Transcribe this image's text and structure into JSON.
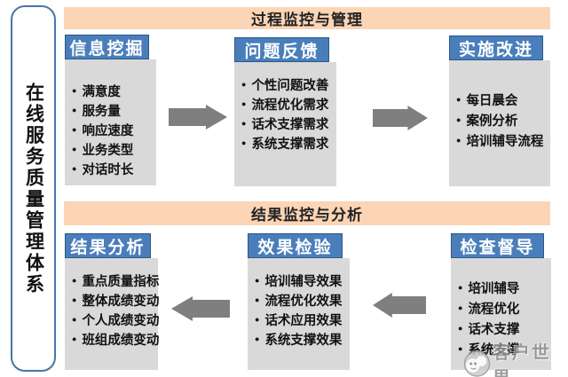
{
  "glyphs": {
    "bullet": "●"
  },
  "colors": {
    "band_bg": "#fbd5b5",
    "panel_header_bg": "#4a7ebb",
    "panel_header_border": "#2c5788",
    "panel_body_bg": "#d9d9d9",
    "arrow": "#7f7f7f",
    "sidebar_border": "#4a74a8",
    "watermark_gray": "#8f8f8f"
  },
  "sidebar": {
    "label": "在线服务质量管理体系"
  },
  "process_section": {
    "title": "过程监控与管理",
    "panels": [
      {
        "title": "信息挖掘",
        "bullets": [
          "满意度",
          "服务量",
          "响应速度",
          "业务类型",
          "对话时长"
        ]
      },
      {
        "title": "问题反馈",
        "bullets": [
          "个性问题改善",
          "流程优化需求",
          "话术支撑需求",
          "系统支撑需求"
        ]
      },
      {
        "title": "实施改进",
        "bullets": [
          "每日晨会",
          "案例分析",
          "培训辅导流程"
        ]
      }
    ]
  },
  "result_section": {
    "title": "结果监控与分析",
    "panels": [
      {
        "title": "结果分析",
        "bullets": [
          "重点质量指标",
          "整体成绩变动",
          "个人成绩变动",
          "班组成绩变动"
        ]
      },
      {
        "title": "效果检验",
        "bullets": [
          "培训辅导效果",
          "流程优化效果",
          "话术应用效果",
          "系统支撑效果"
        ]
      },
      {
        "title": "检查督导",
        "bullets": [
          "培训辅导",
          "流程优化",
          "话术支撑",
          "系统支撑"
        ]
      }
    ]
  },
  "watermark": {
    "text": "客户世界"
  }
}
